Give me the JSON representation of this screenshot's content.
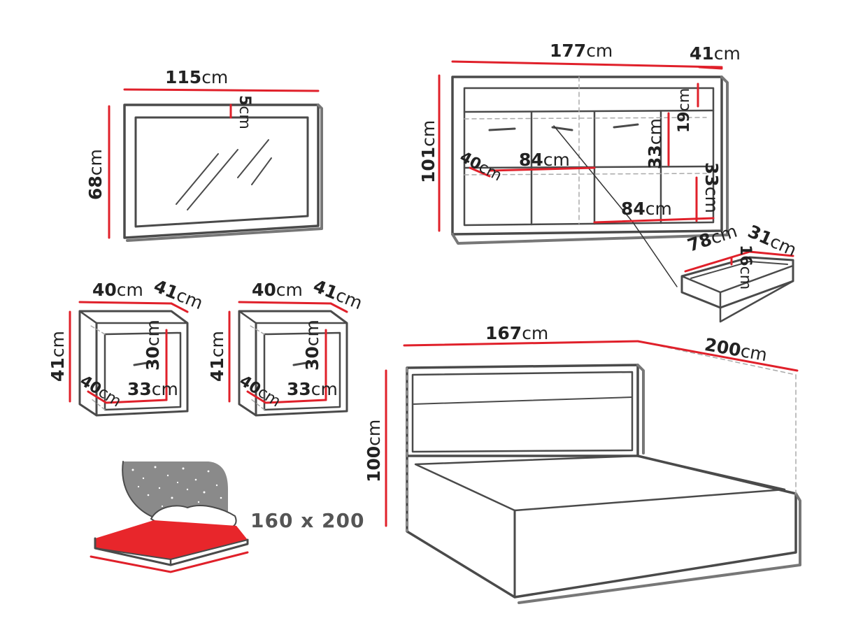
{
  "colors": {
    "line": "#4a4a4a",
    "dim": "#e0202a",
    "shade": "#8a8a8a",
    "red_fill": "#e8262b"
  },
  "mirror": {
    "width": "115",
    "height": "68",
    "frame": "5",
    "unit": "cm"
  },
  "sideboard": {
    "width": "177",
    "depth": "41",
    "height": "101",
    "shelf_depth": "40",
    "shelf_width_top": "84",
    "shelf_width_bottom": "84",
    "compartment_height": "33",
    "drawer_height": "19",
    "lower_height": "33",
    "unit": "cm"
  },
  "drawer": {
    "width": "78",
    "depth": "31",
    "height": "16",
    "unit": "cm"
  },
  "nightstand_1": {
    "width": "40",
    "depth": "41",
    "height": "41",
    "inner_depth": "40",
    "inner_width": "33",
    "inner_height": "30",
    "unit": "cm"
  },
  "nightstand_2": {
    "width": "40",
    "depth": "41",
    "height": "41",
    "inner_depth": "40",
    "inner_width": "33",
    "inner_height": "30",
    "unit": "cm"
  },
  "bed": {
    "width": "167",
    "length": "200",
    "height": "100",
    "unit": "cm"
  },
  "mattress": {
    "size": "160 x 200"
  }
}
